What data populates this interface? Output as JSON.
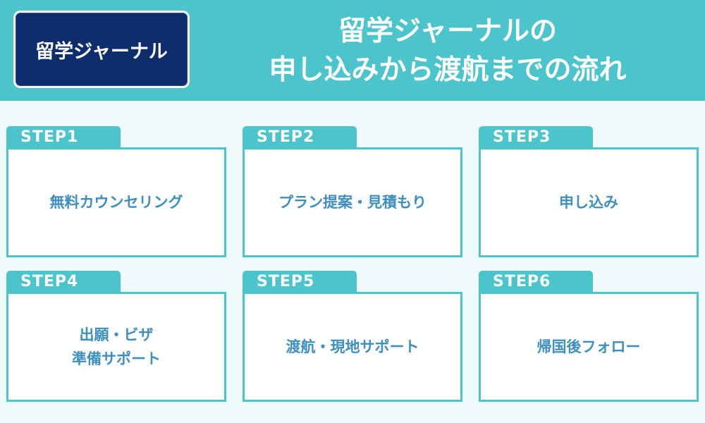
{
  "colors": {
    "header_bg": "#4cc4cb",
    "logo_bg": "#0e2d6c",
    "page_bg": "#eefafb",
    "step_text": "#3d8fbf"
  },
  "logo": {
    "text": "留学ジャーナル"
  },
  "title": {
    "line1": "留学ジャーナルの",
    "line2": "申し込みから渡航までの流れ"
  },
  "steps": [
    {
      "tab": "STEP1",
      "lines": [
        "無料カウンセリング"
      ]
    },
    {
      "tab": "STEP2",
      "lines": [
        "プラン提案・見積もり"
      ]
    },
    {
      "tab": "STEP3",
      "lines": [
        "申し込み"
      ]
    },
    {
      "tab": "STEP4",
      "lines": [
        "出願・ビザ",
        "準備サポート"
      ]
    },
    {
      "tab": "STEP5",
      "lines": [
        "渡航・現地サポート"
      ]
    },
    {
      "tab": "STEP6",
      "lines": [
        "帰国後フォロー"
      ]
    }
  ]
}
